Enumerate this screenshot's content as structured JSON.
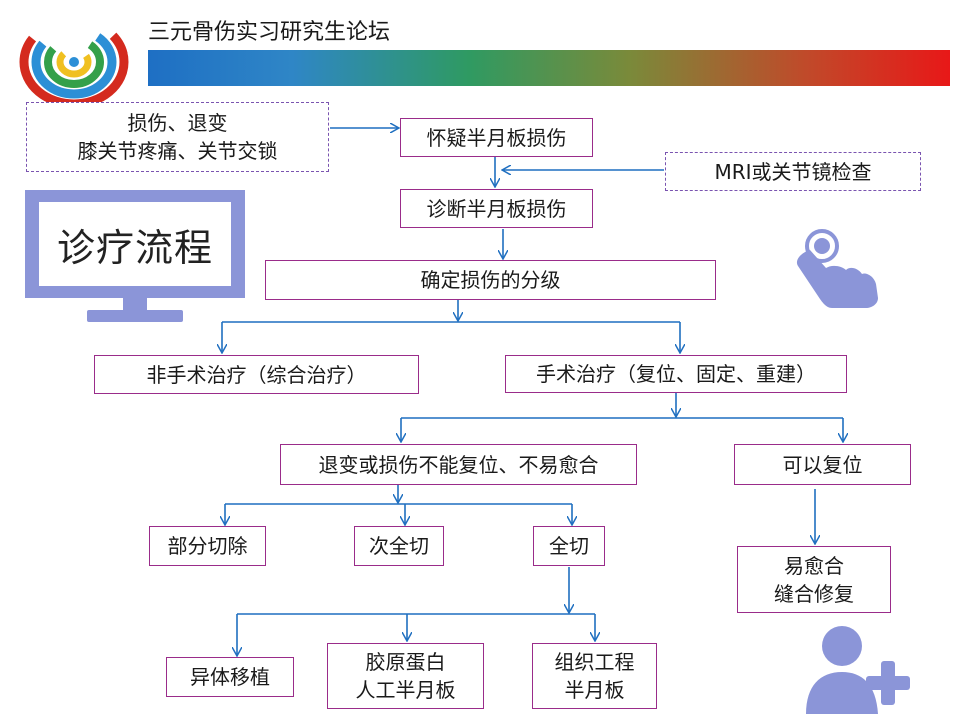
{
  "header": {
    "title": "三元骨伤实习研究生论坛"
  },
  "badge": {
    "label": "诊疗流程"
  },
  "colors": {
    "node_border": "#9a2c8a",
    "dashed_border": "#7a54b0",
    "arrow": "#1f6fc0",
    "icon": "#8b95d8"
  },
  "nodes": {
    "cause": {
      "lines": [
        "损伤、退变",
        "膝关节疼痛、关节交锁"
      ]
    },
    "suspect": {
      "lines": [
        "怀疑半月板损伤"
      ]
    },
    "exam": {
      "lines": [
        "MRI或关节镜检查"
      ]
    },
    "diagnose": {
      "lines": [
        "诊断半月板损伤"
      ]
    },
    "grade": {
      "lines": [
        "确定损伤的分级"
      ]
    },
    "nonsurgical": {
      "lines": [
        "非手术治疗（综合治疗）"
      ]
    },
    "surgical": {
      "lines": [
        "手术治疗（复位、固定、重建）"
      ]
    },
    "irreparable": {
      "lines": [
        "退变或损伤不能复位、不易愈合"
      ]
    },
    "reparable": {
      "lines": [
        "可以复位"
      ]
    },
    "partial": {
      "lines": [
        "部分切除"
      ]
    },
    "subtotal": {
      "lines": [
        "次全切"
      ]
    },
    "total": {
      "lines": [
        "全切"
      ]
    },
    "heal": {
      "lines": [
        "易愈合",
        "缝合修复"
      ]
    },
    "allograft": {
      "lines": [
        "异体移植"
      ]
    },
    "collagen": {
      "lines": [
        "胶原蛋白",
        "人工半月板"
      ]
    },
    "tissue": {
      "lines": [
        "组织工程",
        "半月板"
      ]
    }
  }
}
